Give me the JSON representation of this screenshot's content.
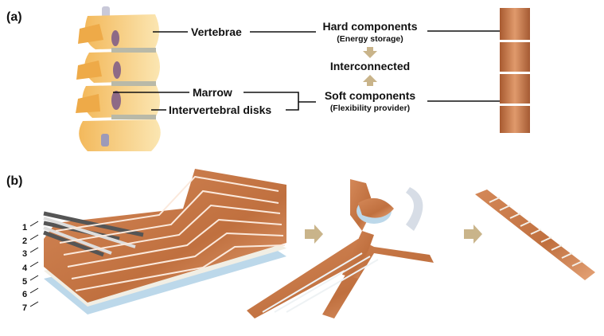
{
  "panels": {
    "a": "(a)",
    "b": "(b)"
  },
  "panel_a": {
    "vertebrae": "Vertebrae",
    "marrow": "Marrow",
    "intervertebral_disks": "Intervertebral disks",
    "hard_components": "Hard components",
    "energy_storage": "(Energy storage)",
    "interconnected": "Interconnected",
    "soft_components": "Soft components",
    "flexibility_provider": "(Flexibility provider)"
  },
  "panel_b": {
    "layer_numbers": [
      "1",
      "2",
      "3",
      "4",
      "5",
      "6",
      "7"
    ]
  },
  "colors": {
    "copper": "#c8784a",
    "bone": "#f5c878",
    "arrow": "#c9b48a",
    "disk": "#b9b9a8"
  }
}
